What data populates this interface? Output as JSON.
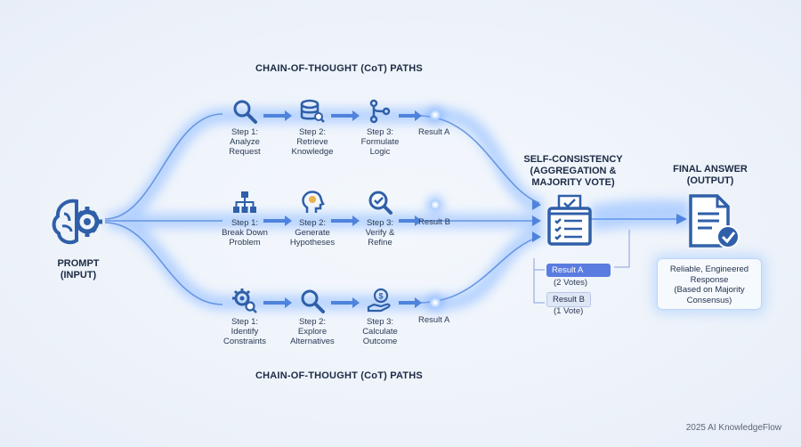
{
  "top_title": "CHAIN-OF-THOUGHT (CoT) PATHS",
  "bottom_title": "CHAIN-OF-THOUGHT (CoT) PATHS",
  "prompt": {
    "label": "PROMPT\n(INPUT)",
    "icon": "brain-gear-icon"
  },
  "paths": [
    {
      "steps": [
        {
          "label": "Step 1:\nAnalyze\nRequest",
          "icon": "magnifier-icon"
        },
        {
          "label": "Step 2:\nRetrieve\nKnowledge",
          "icon": "database-search-icon"
        },
        {
          "label": "Step 3:\nFormulate\nLogic",
          "icon": "branch-logic-icon"
        }
      ],
      "result": "Result A"
    },
    {
      "steps": [
        {
          "label": "Step 1:\nBreak Down\nProblem",
          "icon": "hierarchy-icon"
        },
        {
          "label": "Step 2:\nGenerate\nHypotheses",
          "icon": "head-idea-icon"
        },
        {
          "label": "Step 3:\nVerify &\nRefine",
          "icon": "check-magnifier-icon"
        }
      ],
      "result": "Result B"
    },
    {
      "steps": [
        {
          "label": "Step 1:\nIdentify\nConstraints",
          "icon": "gear-search-icon"
        },
        {
          "label": "Step 2:\nExplore\nAlternatives",
          "icon": "magnifier-icon"
        },
        {
          "label": "Step 3:\nCalculate\nOutcome",
          "icon": "money-hand-icon"
        }
      ],
      "result": "Result A"
    }
  ],
  "aggregation": {
    "title": "SELF-CONSISTENCY\n(AGGREGATION &\nMAJORITY VOTE)",
    "icon": "ballot-box-icon",
    "votes": [
      {
        "label": "Result A",
        "count": "(2 Votes)"
      },
      {
        "label": "Result B",
        "count": "(1 Vote)"
      }
    ]
  },
  "final": {
    "title": "FINAL ANSWER\n(OUTPUT)",
    "icon": "document-check-icon",
    "description": "Reliable, Engineered\nResponse\n(Based on Majority\nConsensus)"
  },
  "footer": "2025 AI KnowledgeFlow",
  "colors": {
    "primary": "#2f5fa8",
    "glow": "#8fbaf7",
    "accent": "#5a7be0"
  }
}
